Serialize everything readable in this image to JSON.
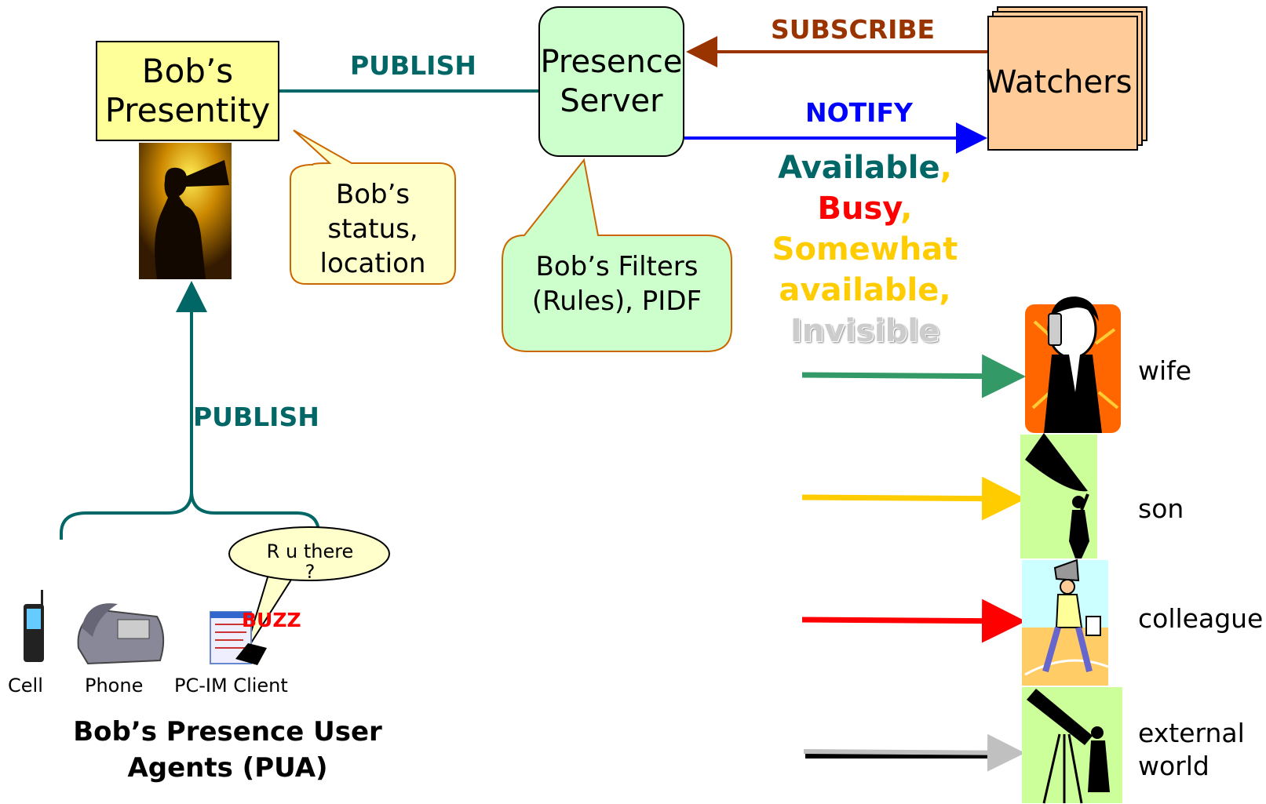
{
  "presentity": {
    "line1": "Bob’s",
    "line2": "Presentity"
  },
  "server": {
    "line1": "Presence",
    "line2": "Server"
  },
  "watchers": {
    "label": "Watchers"
  },
  "arrows": {
    "publish_top": "PUBLISH",
    "publish_left": "PUBLISH",
    "subscribe": "SUBSCRIBE",
    "notify": "NOTIFY"
  },
  "status_callout": {
    "line1": "Bob’s",
    "line2": "status,",
    "line3": "location"
  },
  "filters_callout": {
    "line1": "Bob’s Filters",
    "line2": "(Rules), PIDF"
  },
  "states": {
    "available": "Available",
    "busy": "Busy",
    "somewhat_line1": "Somewhat",
    "somewhat_line2": "available",
    "invisible": "Invisible",
    "separator": ","
  },
  "watcher_list": [
    {
      "label": "wife",
      "color": "#339966"
    },
    {
      "label": "son",
      "color": "#ffcc00"
    },
    {
      "label": "colleague",
      "color": "#ff0000"
    },
    {
      "label_line1": "external",
      "label_line2": "world",
      "color": "#000000"
    }
  ],
  "im_bubble": {
    "text": "R u there",
    "text2": "?"
  },
  "buzz": "BUZZ",
  "devices": {
    "cell": "Cell",
    "phone": "Phone",
    "pc": "PC-IM Client"
  },
  "pua": {
    "line1": "Bob’s Presence User",
    "line2": "Agents (PUA)"
  },
  "colors": {
    "teal": "#006666",
    "brown": "#993300",
    "blue": "#0000ff",
    "presentity_fill": "#ffff99",
    "server_fill": "#ccffcc",
    "watchers_fill": "#ffcc99"
  }
}
